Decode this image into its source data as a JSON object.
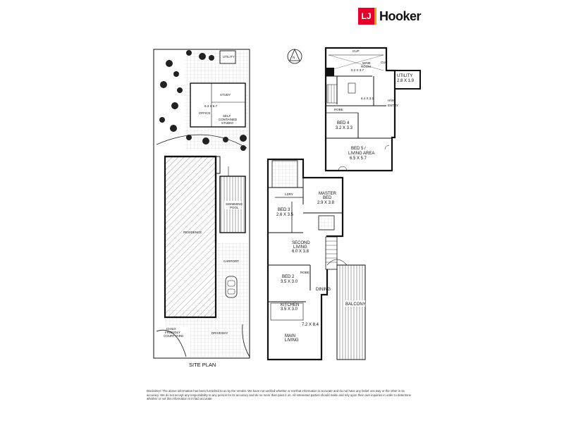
{
  "brand": {
    "logo_mark": "LJ",
    "logo_name": "Hooker",
    "primary_color": "#e4002b",
    "accent_color": "#f5a300"
  },
  "site_plan": {
    "title": "SITE PLAN",
    "utility": "UTILITY",
    "study": "STUDY",
    "office": "OFFICE",
    "studio_size": "6.3 X 6.7",
    "studio": [
      "SELF",
      "CONTAINED",
      "STUDIO"
    ],
    "swimming_pool": [
      "SWIMMING",
      "POOL"
    ],
    "residence": "RESIDENCE",
    "carport": "CARPORT",
    "driveway": "DRIVEWAY",
    "courtyard": [
      "CHILD",
      "FRIENDLY",
      "COURTYARD"
    ]
  },
  "floor_plan": {
    "upper": {
      "wine_room": {
        "name": "WINE",
        "name2": "ROOM",
        "size": "5.2 X 3.7"
      },
      "utility": {
        "name": "UTILITY",
        "size": "2.8 X 1.9"
      },
      "hall_size": "6.4 X 3.2",
      "bed4": {
        "name": "BED 4",
        "size": "3.2 X 3.3"
      },
      "bed5": {
        "name": "BED 5 /",
        "name2": "LIVING AREA",
        "size": "6.5 X 5.7"
      },
      "robe": "ROBE",
      "cup": "CUP",
      "hwu": "H/W",
      "entry": "ENTRY"
    },
    "lower": {
      "master_bed": {
        "name": "MASTER",
        "name2": "BED",
        "size": "2.9 X 3.8"
      },
      "bed3": {
        "name": "BED 3",
        "size": "2.6 X 3.5"
      },
      "laundry": "LDRY",
      "second_living": {
        "name": "SECOND",
        "name2": "LIVING",
        "size": "6.0 X 3.8"
      },
      "bed2": {
        "name": "BED 2",
        "size": "3.5 X 3.0"
      },
      "robe": "ROBE",
      "dining": "DINING",
      "kitchen": {
        "name": "KITCHEN",
        "size": "3.5 X 3.0"
      },
      "balcony": "BALCONY",
      "main_living": {
        "size": "7.2 X 8.4",
        "name": "MAIN",
        "name2": "LIVING"
      }
    }
  },
  "disclaimer": "Disclaimer: The above information has been furnished to us by the Vendor. We have not verified whether or not that information is accurate and do not have any belief one way or the other in its accuracy. We do not accept any responsibility to any person for its accuracy and do no more than pass it on. All interested parties should make and rely upon their own inquiries in order to determine whether or not this information is in fact accurate."
}
